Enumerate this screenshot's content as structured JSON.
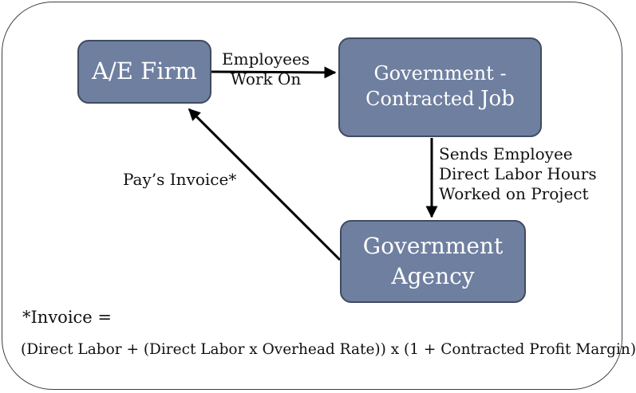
{
  "nodes": {
    "firm": {
      "label": "A/E Firm"
    },
    "job": {
      "line1": "Government -",
      "line2a": "Contracted ",
      "line2b": "Job"
    },
    "agency": {
      "line1": "Government",
      "line2": "Agency"
    }
  },
  "edges": {
    "employees_work_on": {
      "line1": "Employees",
      "line2": "Work On"
    },
    "sends_hours": {
      "line1": "Sends Employee",
      "line2": "Direct Labor Hours",
      "line3": "Worked on Project"
    },
    "pays_invoice": {
      "label": "Pay’s Invoice*"
    }
  },
  "footnote": {
    "title": "*Invoice =",
    "formula": "(Direct Labor + (Direct Labor x Overhead Rate)) x (1 + Contracted Profit Margin)"
  },
  "colors": {
    "node_fill": "#6f7fa0",
    "node_border": "#404b5f",
    "arrow": "#000000"
  }
}
